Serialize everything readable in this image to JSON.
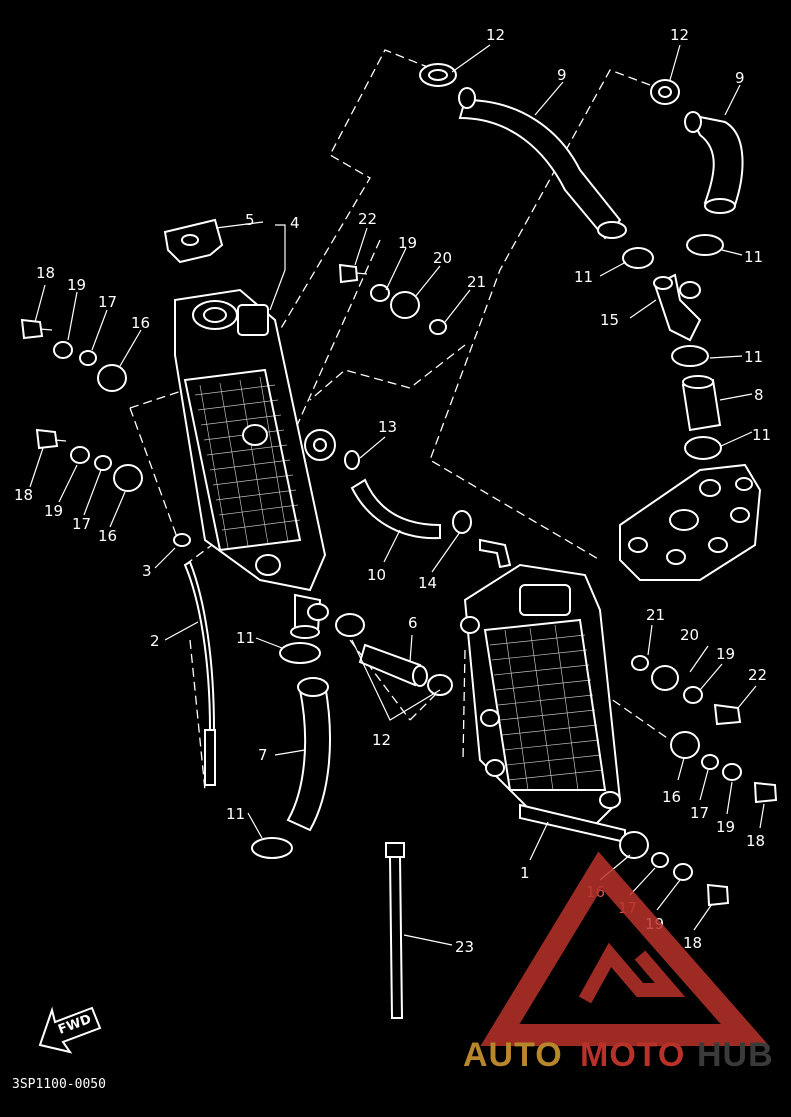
{
  "callouts": {
    "c1": "1",
    "c2": "2",
    "c3": "3",
    "c4": "4",
    "c5": "5",
    "c6": "6",
    "c7": "7",
    "c8": "8",
    "c9a": "9",
    "c9b": "9",
    "c10": "10",
    "c11a": "11",
    "c11b": "11",
    "c11c": "11",
    "c11d": "11",
    "c11e": "11",
    "c11f": "11",
    "c12a": "12",
    "c12b": "12",
    "c12c": "12",
    "c13": "13",
    "c14": "14",
    "c15": "15",
    "c16a": "16",
    "c16b": "16",
    "c16c": "16",
    "c16d": "16",
    "c17a": "17",
    "c17b": "17",
    "c17c": "17",
    "c17d": "17",
    "c18a": "18",
    "c18b": "18",
    "c18c": "18",
    "c18d": "18",
    "c19a": "19",
    "c19b": "19",
    "c19c": "19",
    "c19d": "19",
    "c19e": "19",
    "c19f": "19",
    "c20a": "20",
    "c20b": "20",
    "c21a": "21",
    "c21b": "21",
    "c22a": "22",
    "c22b": "22",
    "c23": "23"
  },
  "diagram_code": "3SP1100-0050",
  "fwd_label": "FWD",
  "logo": {
    "part1": "AUTO",
    "part2": "MOTO",
    "part3": "HUB"
  },
  "colors": {
    "background": "#000000",
    "line": "#ffffff",
    "logo_red": "#b8322a",
    "logo_gold": "#b8862b",
    "logo_gray": "#3a3a3a"
  }
}
